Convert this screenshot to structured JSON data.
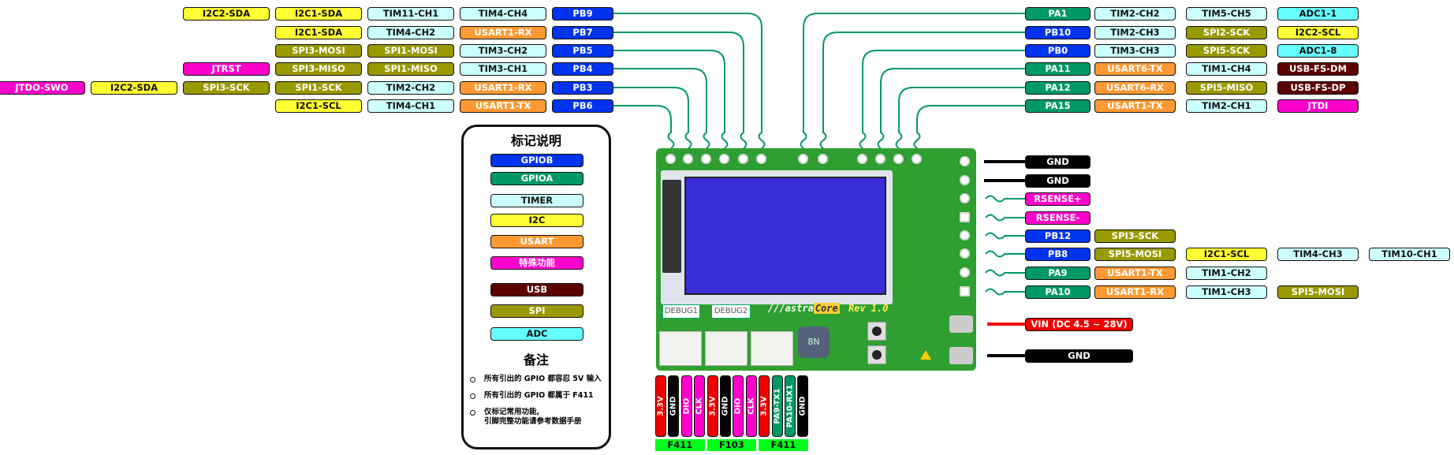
{
  "colors": {
    "gpiob": "#0033ee",
    "gpioa": "#009966",
    "timer": "#ccffff",
    "i2c": "#ffff33",
    "usart": "#ff9933",
    "special": "#ff00cc",
    "usb": "#5c0000",
    "spi": "#999900",
    "adc": "#66ffff",
    "power": "#ee0000",
    "ground": "#000000",
    "debug_group": "#00ff1a",
    "wire": "#009966",
    "board": "#2f9f32",
    "lcd": "#3a2cd6"
  },
  "left_rows": [
    {
      "pin": "PB9",
      "funcs": [
        "TIM4-CH4",
        "TIM11-CH1",
        "I2C1-SDA",
        "I2C2-SDA"
      ]
    },
    {
      "pin": "PB7",
      "funcs": [
        "USART1-RX",
        "TIM4-CH2",
        "I2C1-SDA"
      ]
    },
    {
      "pin": "PB5",
      "funcs": [
        "TIM3-CH2",
        "SPI1-MOSI",
        "SPI3-MOSI"
      ]
    },
    {
      "pin": "PB4",
      "funcs": [
        "TIM3-CH1",
        "SPI1-MISO",
        "SPI3-MISO",
        "JTRST"
      ]
    },
    {
      "pin": "PB3",
      "funcs": [
        "USART1-RX",
        "TIM2-CH2",
        "SPI1-SCK",
        "SPI3-SCK",
        "I2C2-SDA",
        "JTDO-SWO"
      ]
    },
    {
      "pin": "PB6",
      "funcs": [
        "USART1-TX",
        "TIM4-CH1",
        "I2C1-SCL"
      ]
    }
  ],
  "right_top_rows": [
    {
      "pin": "PA1",
      "funcs": [
        "TIM2-CH2",
        "TIM5-CH5",
        "ADC1-1"
      ]
    },
    {
      "pin": "PB10",
      "funcs": [
        "TIM2-CH3",
        "SPI2-SCK",
        "I2C2-SCL"
      ]
    },
    {
      "pin": "PB0",
      "funcs": [
        "TIM3-CH3",
        "SPI5-SCK",
        "ADC1-8"
      ]
    },
    {
      "pin": "PA11",
      "funcs": [
        "USART6-TX",
        "TIM1-CH4",
        "USB-FS-DM"
      ]
    },
    {
      "pin": "PA12",
      "funcs": [
        "USART6-RX",
        "SPI5-MISO",
        "USB-FS-DP"
      ]
    },
    {
      "pin": "PA15",
      "funcs": [
        "USART1-TX",
        "TIM2-CH1",
        "JTDI"
      ]
    }
  ],
  "right_side_rows": [
    {
      "pin": "GND",
      "funcs": []
    },
    {
      "pin": "GND",
      "funcs": []
    },
    {
      "pin": "RSENSE+",
      "funcs": []
    },
    {
      "pin": "RSENSE-",
      "funcs": []
    },
    {
      "pin": "PB12",
      "funcs": [
        "SPI3-SCK"
      ]
    },
    {
      "pin": "PB8",
      "funcs": [
        "SPI5-MOSI",
        "I2C1-SCL",
        "TIM4-CH3",
        "TIM10-CH1"
      ]
    },
    {
      "pin": "PA9",
      "funcs": [
        "USART1-TX",
        "TIM1-CH2"
      ]
    },
    {
      "pin": "PA10",
      "funcs": [
        "USART1-RX",
        "TIM1-CH3",
        "SPI5-MOSI"
      ]
    }
  ],
  "power_rows": [
    {
      "pin": "VIN (DC 4.5 ~ 28V)"
    },
    {
      "pin": "GND"
    }
  ],
  "bottom_pins": [
    "3.3V",
    "GND",
    "DIO",
    "CLK",
    "3.3V",
    "GND",
    "DIO",
    "CLK",
    "3.3V",
    "PA9-TX1",
    "PA10-RX1",
    "GND"
  ],
  "bottom_groups": [
    "F411",
    "F103",
    "F411"
  ],
  "legend": {
    "title": "标记说明",
    "items": [
      {
        "label": "GPIOB"
      },
      {
        "label": "GPIOA"
      },
      {
        "label": "TIMER"
      },
      {
        "label": "I2C"
      },
      {
        "label": "USART"
      },
      {
        "label": "特殊功能"
      },
      {
        "label": "USB"
      },
      {
        "label": "SPI"
      },
      {
        "label": "ADC"
      }
    ],
    "notes_title": "备注",
    "notes": [
      "所有引出的 GPIO 都容忍 5V 输入",
      "所有引出的 GPIO 都属于 F411",
      "仅标记常用功能,\n引脚完整功能请参考数据手册"
    ]
  },
  "board": {
    "debug1": "DEBUG1",
    "debug2": "DEBUG2",
    "brand_prefix": "///astra",
    "brand_core": "Core",
    "rev": "Rev 1.0",
    "inductor": "8N"
  }
}
